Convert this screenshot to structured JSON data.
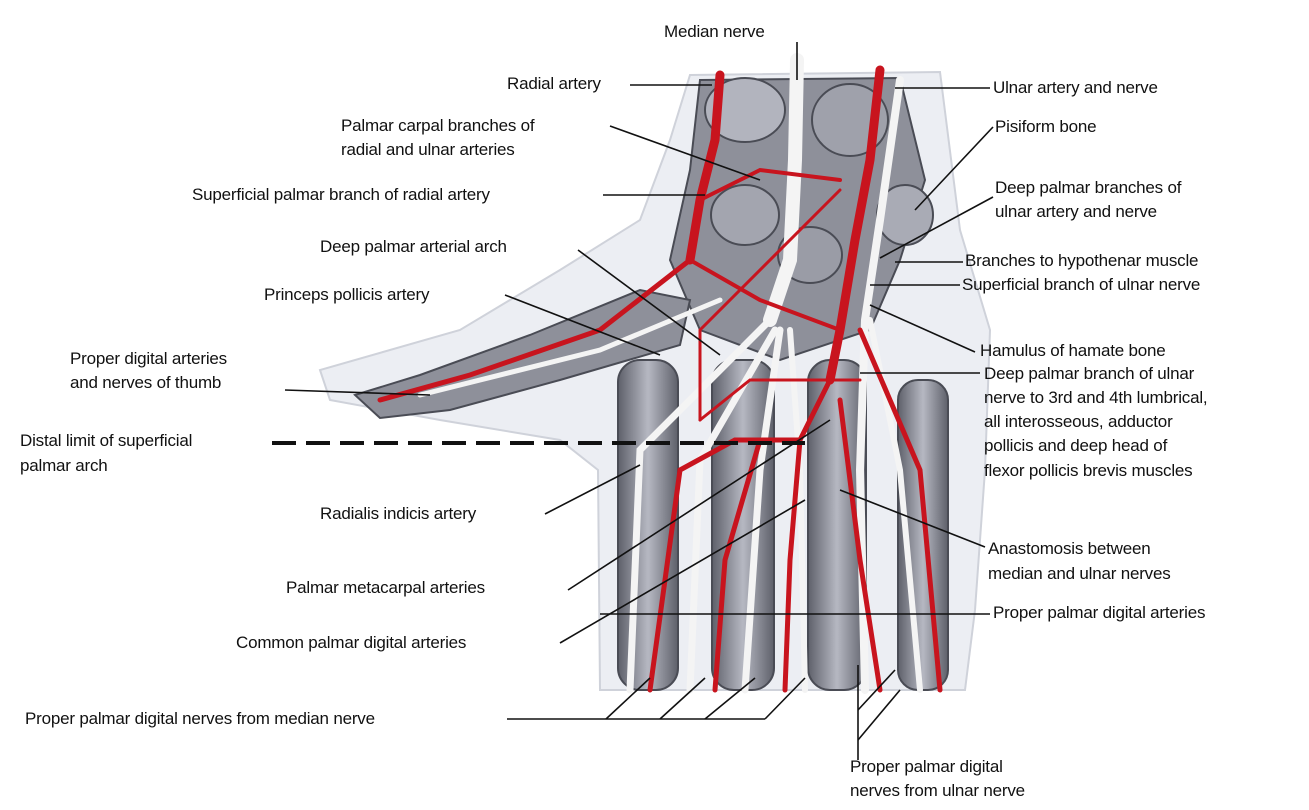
{
  "labels": {
    "median_nerve": "Median nerve",
    "radial_artery": "Radial artery",
    "palmar_carpal_1": "Palmar carpal branches of",
    "palmar_carpal_2": "radial and ulnar arteries",
    "superficial_palmar_branch": "Superficial palmar branch of radial artery",
    "deep_palmar_arterial_arch": "Deep palmar arterial arch",
    "princeps_pollicis": "Princeps pollicis artery",
    "proper_digital_thumb_1": "Proper digital arteries",
    "proper_digital_thumb_2": "and nerves of thumb",
    "distal_limit_1": "Distal limit of superficial",
    "distal_limit_2": "palmar arch",
    "radialis_indicis": "Radialis indicis artery",
    "palmar_metacarpal": "Palmar metacarpal arteries",
    "common_palmar_digital": "Common palmar digital arteries",
    "proper_palmar_nerves_median": "Proper palmar digital nerves from median nerve",
    "proper_palmar_nerves_ulnar_1": "Proper palmar digital",
    "proper_palmar_nerves_ulnar_2": "nerves from ulnar nerve",
    "ulnar_artery_nerve": "Ulnar artery and nerve",
    "pisiform": "Pisiform bone",
    "deep_palmar_branches_1": "Deep palmar branches of",
    "deep_palmar_branches_2": "ulnar artery and nerve",
    "branches_hypothenar": "Branches to hypothenar muscle",
    "superficial_branch_ulnar": "Superficial branch of ulnar nerve",
    "hamulus": "Hamulus of hamate bone",
    "deep_branch_ulnar_1": "Deep palmar branch of ulnar",
    "deep_branch_ulnar_2": "nerve to 3rd and 4th lumbrical,",
    "deep_branch_ulnar_3": "all interosseous, adductor",
    "deep_branch_ulnar_4": "pollicis and deep head of",
    "deep_branch_ulnar_5": "flexor pollicis brevis muscles",
    "anastomosis_1": "Anastomosis between",
    "anastomosis_2": "median and ulnar nerves",
    "proper_palmar_digital_arteries": "Proper palmar digital arteries"
  },
  "colors": {
    "artery": "#c8141e",
    "nerve": "#f2f2f2",
    "bone": "#8a8c96",
    "skin": "#e6e8ee",
    "leader": "#111111"
  }
}
